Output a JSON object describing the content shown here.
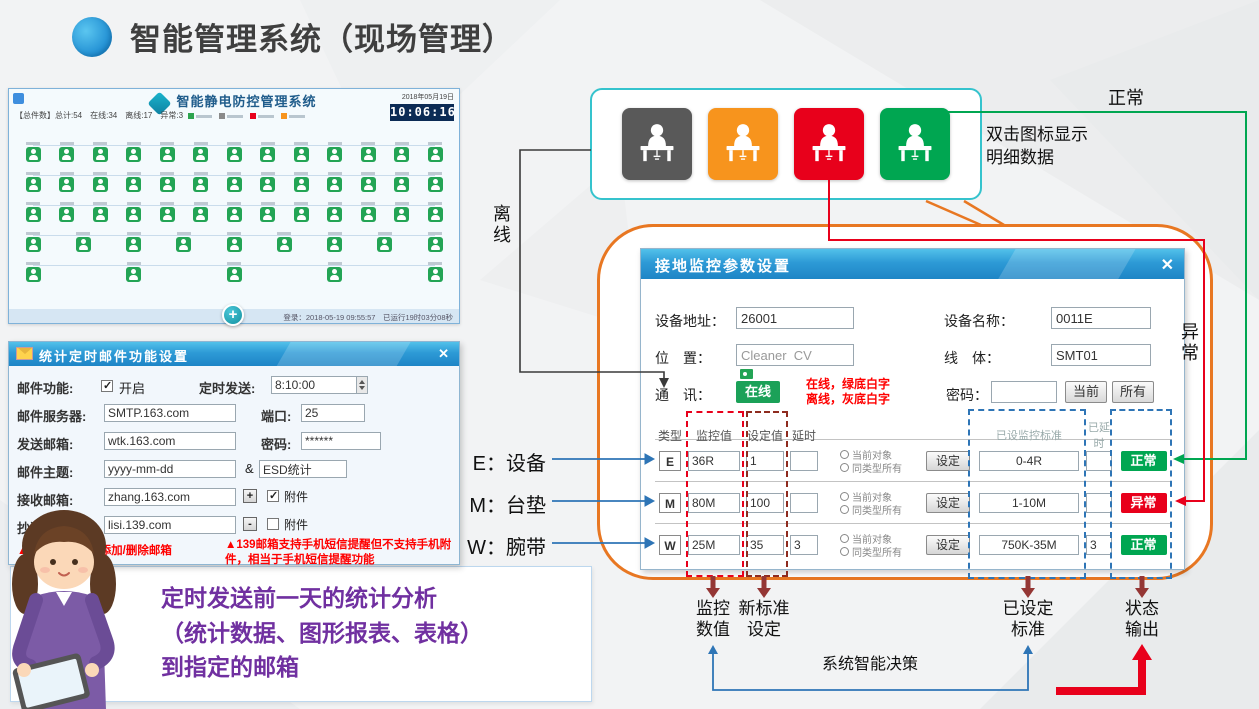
{
  "slide": {
    "title": "智能管理系统（现场管理）"
  },
  "monitor_app": {
    "title": "智能静电防控管理系统",
    "date": "2018年05月19日",
    "time": "10:06:16",
    "stats": "【总件数】总计:54　在线:34　离线:17　异常:3",
    "status_bar": "登录：2018-05-19 09:55:57　已运行19时03分08秒",
    "expand": "+",
    "grid_rows": [
      13,
      13,
      13,
      9,
      5
    ]
  },
  "email_dialog": {
    "title": "统计定时邮件功能设置",
    "close": "✕",
    "mail_function_label": "邮件功能:",
    "mail_function_on": "开启",
    "schedule_label": "定时发送:",
    "schedule_value": "8:10:00",
    "server_label": "邮件服务器:",
    "server_value": "SMTP.163.com",
    "port_label": "端口:",
    "port_value": "25",
    "sender_label": "发送邮箱:",
    "sender_value": "wtk.163.com",
    "password_label": "密码:",
    "password_value": "******",
    "subject_label": "邮件主题:",
    "subject_value": "yyyy-mm-dd",
    "subject_join": "&",
    "subject_value2": "ESD统计",
    "receiver_label": "接收邮箱:",
    "receiver_value": "zhang.163.com",
    "cc_label": "抄送邮箱:",
    "cc_value": "lisi.139.com",
    "attach_label": "附件",
    "add_btn": "+",
    "remove_btn": "-",
    "note_left": "▲点击+/-按钮，添加/删除邮箱",
    "note_right": "▲139邮箱支持手机短信提醒但不支持手机附件，相当于手机短信提醒功能"
  },
  "status_icons": [
    {
      "name": "offline-station",
      "color": "#595959"
    },
    {
      "name": "warning-station",
      "color": "#F7941D"
    },
    {
      "name": "alarm-station",
      "color": "#E8001B"
    },
    {
      "name": "normal-station",
      "color": "#00A651"
    }
  ],
  "param_dialog": {
    "title": "接地监控参数设置",
    "close": "✕",
    "device_addr_label": "设备地址：",
    "device_addr": "26001",
    "device_name_label": "设备名称：",
    "device_name": "0011E",
    "location_label": "位　置：",
    "location": "Cleaner  CV",
    "line_label": "线　体：",
    "line": "SMT01",
    "comm_label": "通　讯：",
    "comm_status": "在线",
    "comm_note1": "在线，绿底白字",
    "comm_note2": "离线，灰底白字",
    "pwd_label": "密码：",
    "btn_current": "当前",
    "btn_all": "所有",
    "table": {
      "headers": {
        "type": "类型",
        "monitor": "监控值",
        "set": "设定值",
        "delay": "延时",
        "std": "已设监控标准",
        "std_delay": "已延时"
      },
      "radio1": "当前对象",
      "radio2": "同类型所有",
      "set_btn": "设定",
      "rows": [
        {
          "type": "E",
          "monitor": "36R",
          "set": "1",
          "delay": "",
          "std": "0-4R",
          "std_delay": "",
          "status": "正常",
          "status_color": "#00A651"
        },
        {
          "type": "M",
          "monitor": "80M",
          "set": "100",
          "delay": "",
          "std": "1-10M",
          "std_delay": "",
          "status": "异常",
          "status_color": "#E8001B"
        },
        {
          "type": "W",
          "monitor": "25M",
          "set": "35",
          "delay": "3",
          "std": "750K-35M",
          "std_delay": "3",
          "status": "正常",
          "status_color": "#00A651"
        }
      ]
    }
  },
  "annotations": {
    "normal": "正常",
    "abnormal": "异常",
    "offline": "离线",
    "dblclick": "双击图标显示明细数据",
    "row_e": "E：设备",
    "row_m": "M：台垫",
    "row_w": "W：腕带",
    "monitor_value": "监控数值",
    "new_standard": "新标准设定",
    "set_standard": "已设定标准",
    "status_output": "状态输出",
    "decision": "系统智能决策"
  },
  "summary": {
    "line1": "定时发送前一天的统计分析",
    "line2": "（统计数据、图形报表、表格）",
    "line3": "到指定的邮箱"
  }
}
